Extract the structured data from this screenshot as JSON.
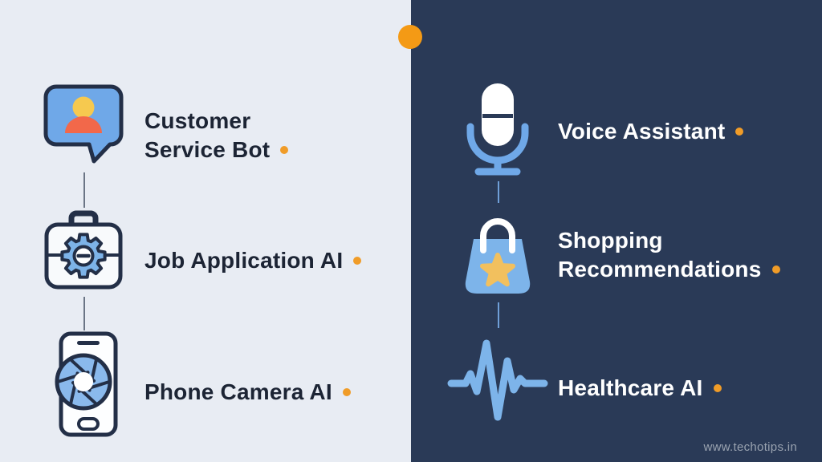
{
  "colors": {
    "left_background": "#e8ecf3",
    "right_background": "#2a3a57",
    "accent_orange": "#f49a15",
    "bullet_orange": "#f09c28",
    "icon_outline_navy": "#232f47",
    "icon_blue": "#7db3e8",
    "left_text": "#1c2434",
    "right_text": "#ffffff"
  },
  "sections": {
    "left": {
      "items": [
        {
          "label": "Customer Service Bot",
          "icon": "chat-bubble-person"
        },
        {
          "label": "Job Application AI",
          "icon": "briefcase-gear"
        },
        {
          "label": "Phone Camera AI",
          "icon": "phone-camera-aperture"
        }
      ]
    },
    "right": {
      "items": [
        {
          "label": "Voice Assistant",
          "icon": "microphone"
        },
        {
          "label": "Shopping Recommendations",
          "icon": "shopping-bag-star"
        },
        {
          "label": "Healthcare AI",
          "icon": "heartbeat-pulse"
        }
      ]
    }
  },
  "watermark": "www.techotips.in"
}
